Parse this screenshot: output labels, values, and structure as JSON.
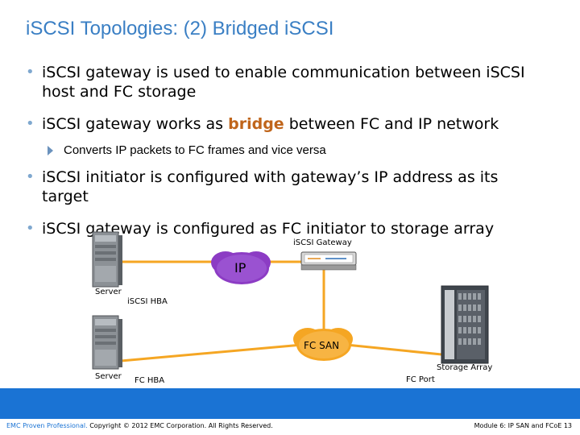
{
  "slide": {
    "title": "iSCSI Topologies: (2) Bridged iSCSI",
    "bullets": [
      {
        "line1": "iSCSI gateway is used to enable communication between iSCSI",
        "line2": "host and FC storage"
      },
      {
        "prefix": "iSCSI gateway works as ",
        "highlight": "bridge",
        "suffix": " between FC and IP network"
      },
      {
        "line1": "iSCSI initiator is configured with gateway’s IP address as its",
        "line2": "target"
      },
      {
        "line1": "iSCSI gateway is configured as FC initiator to storage array"
      }
    ],
    "sub_bullet": "Converts IP packets to FC frames and vice versa",
    "colors": {
      "title": "#3a7fc4",
      "highlight": "#c0651b",
      "link": "#f5a623",
      "footer": "#1a73d4",
      "cloud": "#8c3cc4"
    }
  },
  "diagram": {
    "gateway_label": "iSCSI Gateway",
    "ip_cloud": "IP",
    "server_top_label": "Server",
    "iscsi_hba_label": "iSCSI HBA",
    "fc_san_cloud": "FC SAN",
    "server_bottom_label": "Server",
    "fc_hba_label": "FC HBA",
    "fc_port_label": "FC Port",
    "storage_array_label": "Storage Array",
    "icons": [
      "server-icon",
      "gateway-switch-icon",
      "storage-array-icon",
      "cloud-icon"
    ]
  },
  "footer": {
    "left_brand": "EMC Proven Professional.",
    "left_rest": " Copyright © 2012 EMC Corporation. All Rights Reserved.",
    "right": "Module 6: IP SAN and FCoE   13"
  }
}
